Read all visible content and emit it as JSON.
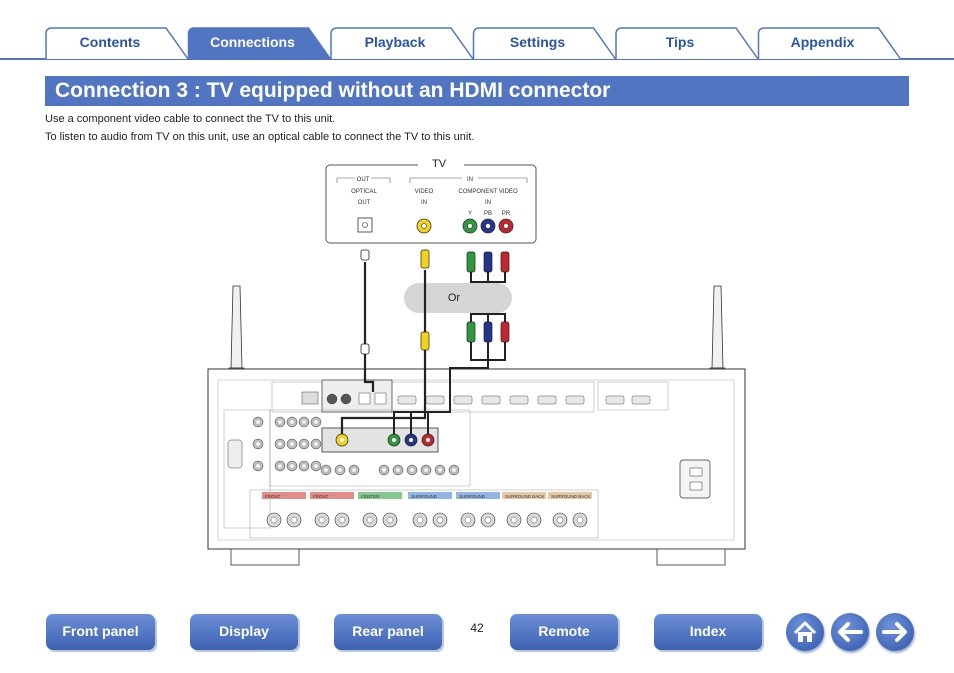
{
  "tabs": [
    {
      "label": "Contents",
      "active": false
    },
    {
      "label": "Connections",
      "active": true
    },
    {
      "label": "Playback",
      "active": false
    },
    {
      "label": "Settings",
      "active": false
    },
    {
      "label": "Tips",
      "active": false
    },
    {
      "label": "Appendix",
      "active": false
    }
  ],
  "header": {
    "title": "Connection 3 : TV equipped without an HDMI connector"
  },
  "intro": {
    "line1": "Use a component video cable to connect the TV to this unit.",
    "line2": "To listen to audio from TV on this unit, use an optical cable to connect the TV to this unit."
  },
  "diagram": {
    "tv": {
      "label": "TV",
      "out_label": "OUT",
      "in_label": "IN",
      "optical_out_line1": "OPTICAL",
      "optical_out_line2": "OUT",
      "video_in_line1": "VIDEO",
      "video_in_line2": "IN",
      "component_in_line1": "COMPONENT VIDEO",
      "component_in_line2": "IN",
      "y_label": "Y",
      "pb_label": "PB",
      "pr_label": "PR"
    },
    "or_label": "Or",
    "speaker_labels": [
      "FRONT",
      "FRONT",
      "CENTER",
      "SURROUND",
      "SURROUND",
      "SURROUND BACK",
      "SURROUND BACK"
    ],
    "colors": {
      "yellow": "#f3d21a",
      "green": "#2f9a3d",
      "blue": "#27348b",
      "red": "#c3262e",
      "speaker_red": "#e58b86",
      "speaker_green": "#86c98f",
      "speaker_blue": "#8fb6e6",
      "speaker_tan": "#e5c9a2"
    }
  },
  "footer": {
    "front_panel": "Front panel",
    "display": "Display",
    "rear_panel": "Rear panel",
    "page_number": "42",
    "remote": "Remote",
    "index": "Index"
  },
  "icons": {
    "home": "home-icon",
    "back": "arrow-left-icon",
    "forward": "arrow-right-icon"
  }
}
